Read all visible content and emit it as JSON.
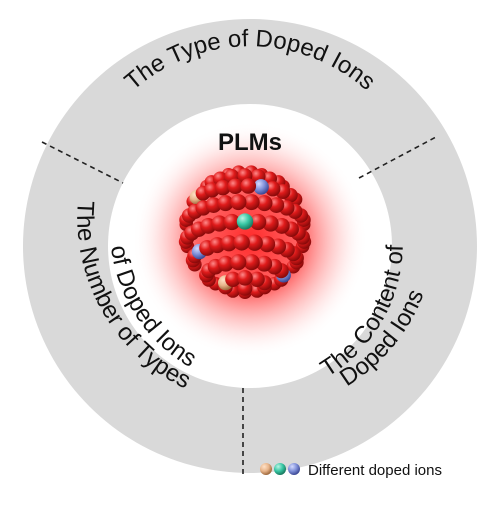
{
  "center": {
    "title": "PLMs"
  },
  "segments": {
    "top": "The Type of Doped Ions",
    "left_line1": "The Number of Types",
    "left_line2": "of Doped Ions",
    "right_line1": "The Content of",
    "right_line2": "Doped Ions"
  },
  "legend": {
    "label": "Different doped ions"
  },
  "colors": {
    "ring": "#d9d9d9",
    "host_ion": "#e01b1b",
    "glow": "#ff3b3b",
    "dopant_orange": "#e7b48a",
    "dopant_teal": "#37c6a3",
    "dopant_blue": "#7f8fd8"
  }
}
